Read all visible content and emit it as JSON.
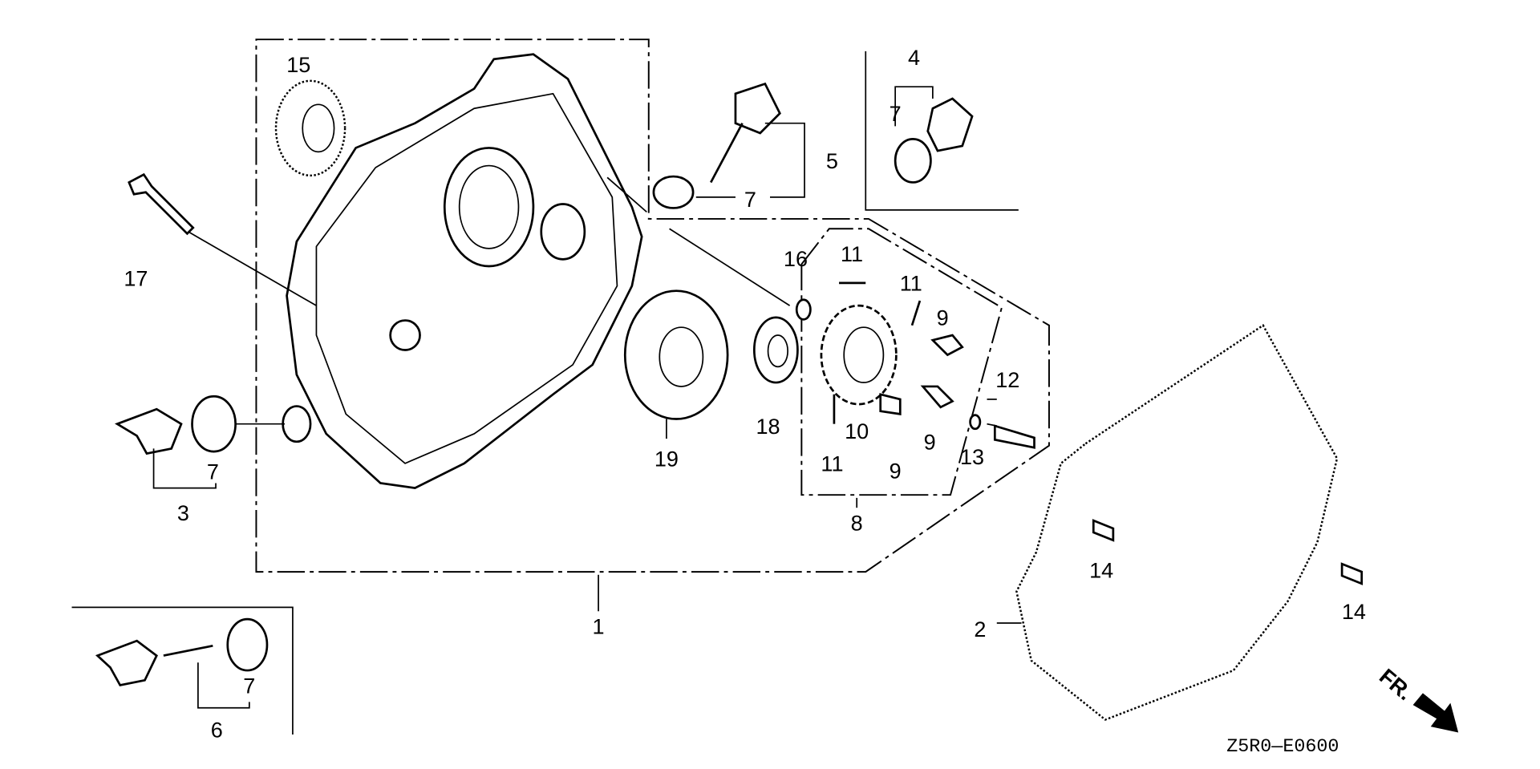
{
  "diagram": {
    "drawing_code": "Z5R0—E0600",
    "direction_marker": "FR.",
    "callouts": [
      {
        "id": "c15",
        "text": "15"
      },
      {
        "id": "c17",
        "text": "17"
      },
      {
        "id": "c7a",
        "text": "7"
      },
      {
        "id": "c3",
        "text": "3"
      },
      {
        "id": "c5",
        "text": "5"
      },
      {
        "id": "c7b",
        "text": "7"
      },
      {
        "id": "c4",
        "text": "4"
      },
      {
        "id": "c7c",
        "text": "7"
      },
      {
        "id": "c16",
        "text": "16"
      },
      {
        "id": "c11a",
        "text": "11"
      },
      {
        "id": "c11b",
        "text": "11"
      },
      {
        "id": "c9a",
        "text": "9"
      },
      {
        "id": "c12",
        "text": "12"
      },
      {
        "id": "c19",
        "text": "19"
      },
      {
        "id": "c18",
        "text": "18"
      },
      {
        "id": "c10",
        "text": "10"
      },
      {
        "id": "c11c",
        "text": "11"
      },
      {
        "id": "c9b",
        "text": "9"
      },
      {
        "id": "c9c",
        "text": "9"
      },
      {
        "id": "c13",
        "text": "13"
      },
      {
        "id": "c8",
        "text": "8"
      },
      {
        "id": "c1",
        "text": "1"
      },
      {
        "id": "c14a",
        "text": "14"
      },
      {
        "id": "c14b",
        "text": "14"
      },
      {
        "id": "c2",
        "text": "2"
      },
      {
        "id": "c7d",
        "text": "7"
      },
      {
        "id": "c6",
        "text": "6"
      }
    ]
  }
}
